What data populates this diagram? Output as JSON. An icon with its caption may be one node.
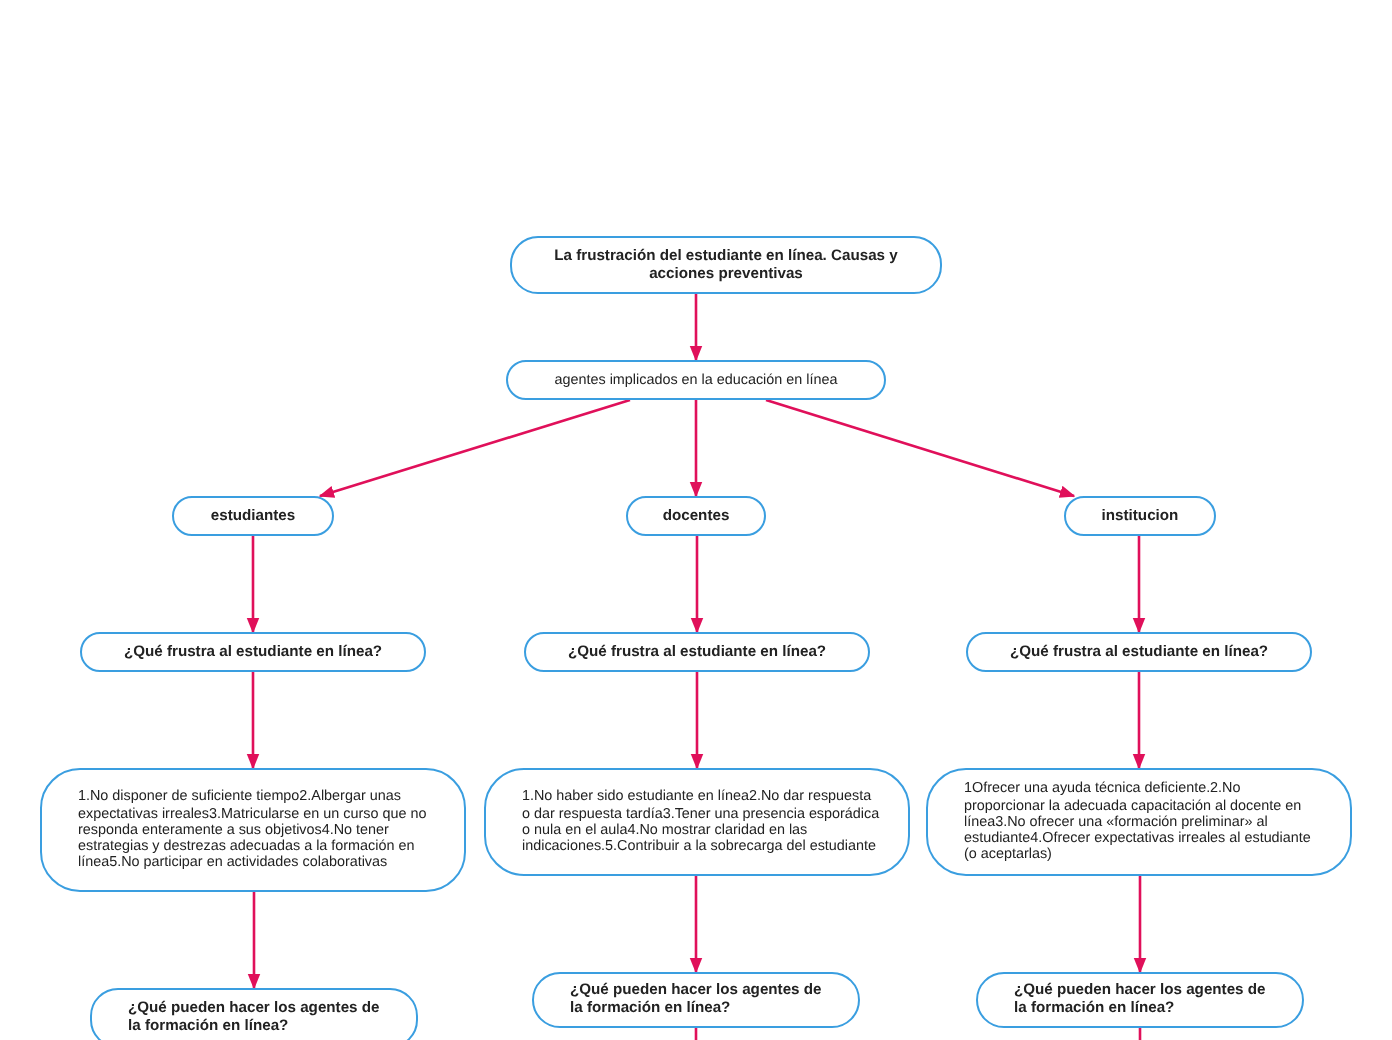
{
  "diagram": {
    "nodes": [
      {
        "text": [
          "La frustración del estudiante en línea. Causas y acciones preventivas"
        ]
      },
      {
        "text": [
          "agentes implicados en la educación en línea"
        ]
      },
      {
        "text": [
          "estudiantes"
        ]
      },
      {
        "text": [
          "docentes"
        ]
      },
      {
        "text": [
          "institucion"
        ]
      },
      {
        "text": [
          "¿Qué frustra al estudiante en línea?"
        ]
      },
      {
        "text": [
          "¿Qué frustra al estudiante en línea?"
        ]
      },
      {
        "text": [
          "¿Qué frustra al estudiante en línea?"
        ]
      },
      {
        "text": [
          "1.No disponer de suficiente tiempo2.Albergar unas expectativas irreales3.Matricularse en un curso que no responda enteramente a sus objetivos4.No tener estrategias y destrezas adecuadas a la formación en línea5.No participar en actividades colaborativas"
        ]
      },
      {
        "text": [
          "1.No haber sido estudiante en línea2.No dar respuesta o dar respuesta tardía3.Tener una presencia esporádica o nula en el aula4.No mostrar claridad en las indicaciones.5.Contribuir a la sobrecarga del estudiante"
        ]
      },
      {
        "text": [
          "1Ofrecer una ayuda técnica deficiente.2.No proporcionar la adecuada capacitación al docente en línea3.No ofrecer una «formación preliminar» al estudiante4.Ofrecer expectativas irreales al estudiante (o aceptarlas)"
        ]
      },
      {
        "text": [
          "¿Qué pueden hacer los agentes de la formación en línea?"
        ]
      },
      {
        "text": [
          "¿Qué pueden hacer los agentes de la formación en línea?"
        ]
      },
      {
        "text": [
          "¿Qué pueden hacer los agentes de la formación en línea?"
        ]
      }
    ],
    "edges": [
      {
        "from": 0,
        "to": 1,
        "arrow": "to"
      },
      {
        "from": 1,
        "to": 2,
        "arrow": "to"
      },
      {
        "from": 1,
        "to": 3,
        "arrow": "to"
      },
      {
        "from": 1,
        "to": 4,
        "arrow": "to"
      },
      {
        "from": 2,
        "to": 5,
        "arrow": "to"
      },
      {
        "from": 3,
        "to": 6,
        "arrow": "to"
      },
      {
        "from": 4,
        "to": 7,
        "arrow": "to"
      },
      {
        "from": 5,
        "to": 8,
        "arrow": "to"
      },
      {
        "from": 6,
        "to": 9,
        "arrow": "to"
      },
      {
        "from": 7,
        "to": 10,
        "arrow": "to"
      },
      {
        "from": 8,
        "to": 11,
        "arrow": "to"
      },
      {
        "from": 9,
        "to": 12,
        "arrow": "to"
      },
      {
        "from": 10,
        "to": 13,
        "arrow": "to"
      },
      {
        "from": 12,
        "to": null,
        "arrow": "none"
      },
      {
        "from": 13,
        "to": null,
        "arrow": "none"
      }
    ]
  }
}
